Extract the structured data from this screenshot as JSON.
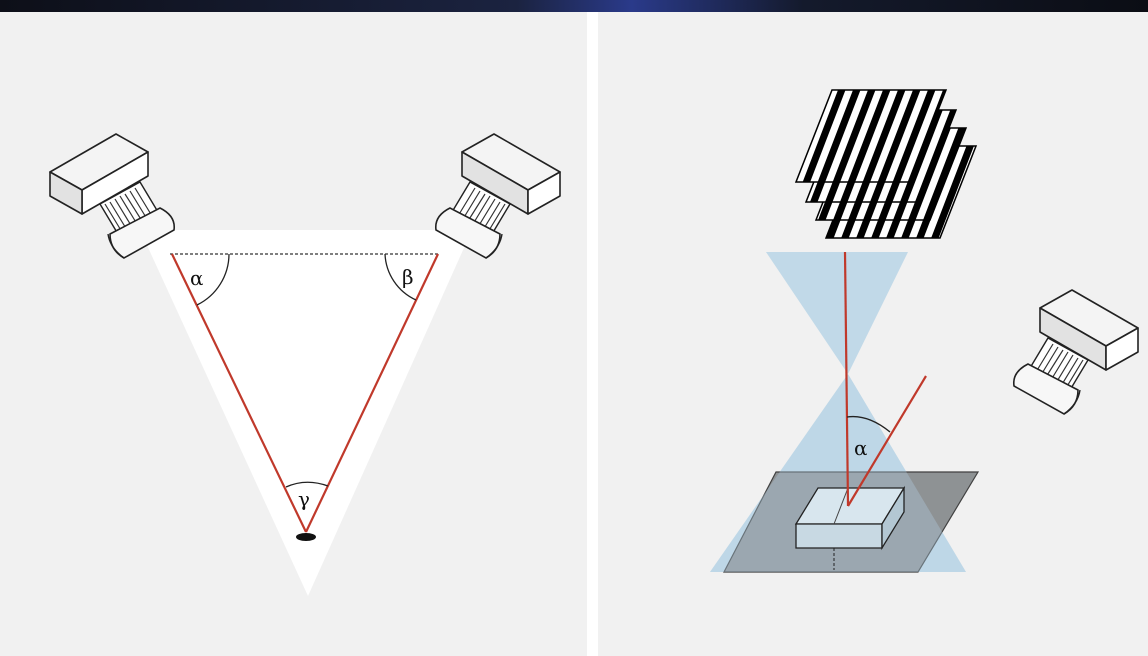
{
  "left_panel": {
    "angle_labels": {
      "alpha": "α",
      "beta": "β",
      "gamma": "γ"
    }
  },
  "right_panel": {
    "angle_labels": {
      "alpha": "α"
    }
  },
  "colors": {
    "laser": "#c0392b",
    "cone": "#b9d5e6",
    "plate": "#8b8f92",
    "background": "#f1f1f1"
  }
}
